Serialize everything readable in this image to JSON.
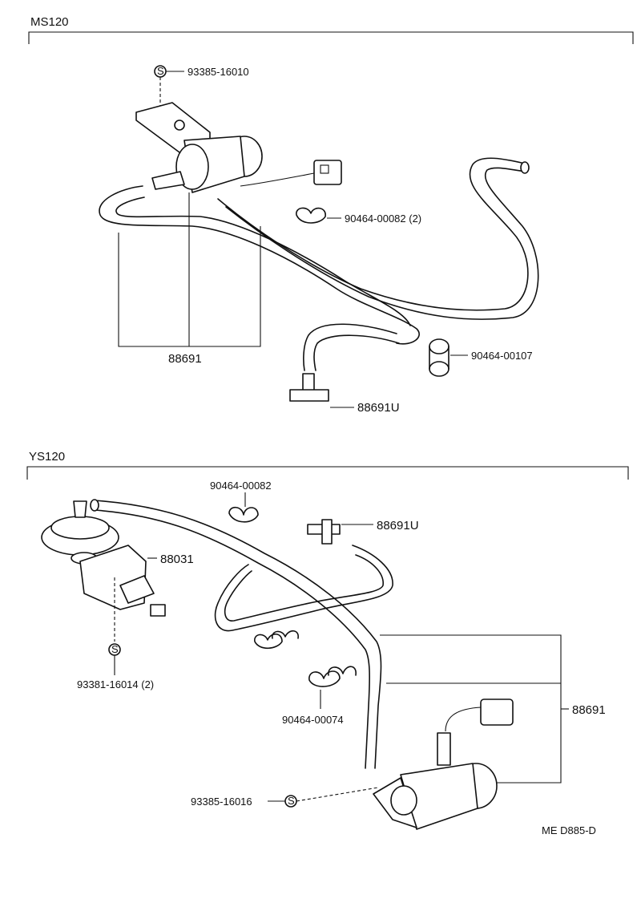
{
  "sections": {
    "ms120": {
      "title": "MS120",
      "labels": {
        "screw_top": "93385-16010",
        "screw_symbol": "S",
        "hose_group": "88691",
        "clamp_small": "90464-00082 (2)",
        "clamp_right": "90464-00107",
        "union_tee": "88691U"
      }
    },
    "ys120": {
      "title": "YS120",
      "labels": {
        "clamp_top": "90464-00082",
        "union_tee": "88691U",
        "valve_bracket": "88031",
        "screw_left": "93381-16014 (2)",
        "screw_left_symbol": "S",
        "clamp_mid": "90464-00074",
        "hose_group": "88691",
        "screw_bottom": "93385-16016",
        "screw_bottom_symbol": "S"
      }
    }
  },
  "footer": {
    "code": "ME  D885-D"
  },
  "colors": {
    "ink": "#111111",
    "paper": "#ffffff"
  }
}
